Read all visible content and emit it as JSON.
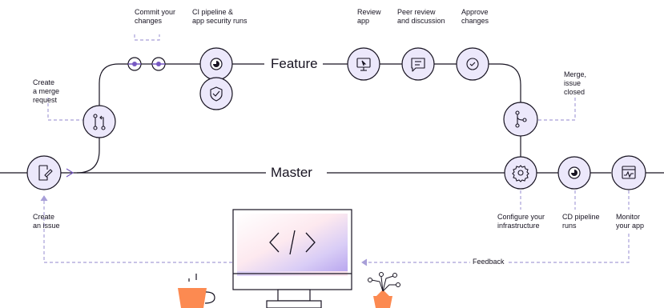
{
  "branches": {
    "feature": "Feature",
    "master": "Master"
  },
  "steps": {
    "create_issue": [
      "Create",
      "an issue"
    ],
    "create_merge_request": [
      "Create",
      "a merge",
      "request"
    ],
    "commit_changes": [
      "Commit your",
      "changes"
    ],
    "ci_pipeline": [
      "CI pipeline &",
      "app security runs"
    ],
    "review_app": [
      "Review",
      "app"
    ],
    "peer_review": [
      "Peer review",
      "and discussion"
    ],
    "approve_changes": [
      "Approve",
      "changes"
    ],
    "merge_issue_closed": [
      "Merge,",
      "issue",
      "closed"
    ],
    "configure_infrastructure": [
      "Configure your",
      "infrastructure"
    ],
    "cd_pipeline": [
      "CD pipeline",
      "runs"
    ],
    "monitor_app": [
      "Monitor",
      "your app"
    ]
  },
  "feedback_label": "Feedback",
  "icons": {
    "create_issue": "document-edit-icon",
    "merge_request": "merge-request-icon",
    "commit": "commit-icon",
    "ci_pipeline": "pipeline-status-icon",
    "security": "shield-check-icon",
    "review_app": "monitor-cursor-icon",
    "peer_review": "comment-icon",
    "approve": "check-circle-icon",
    "merge": "merge-branch-icon",
    "configure": "gear-icon",
    "cd_pipeline": "pipeline-status-icon",
    "monitor": "chart-window-icon",
    "code_display": "code-icon"
  },
  "colors": {
    "line": "#171321",
    "node_fill": "#ece8fb",
    "accent": "#7759c2",
    "dashed": "#a89fd8",
    "orange": "#fc8a51"
  }
}
